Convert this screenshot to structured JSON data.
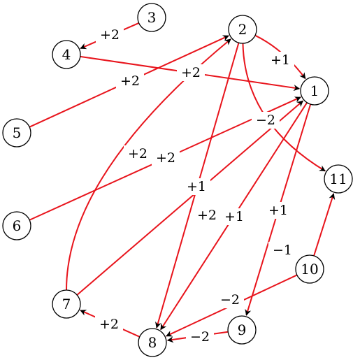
{
  "colors": {
    "edge": "#e8141c",
    "arrowhead": "#000000",
    "node_stroke": "#000000",
    "background": "#ffffff"
  },
  "nodes": [
    {
      "id": "1",
      "label": "1"
    },
    {
      "id": "2",
      "label": "2"
    },
    {
      "id": "3",
      "label": "3"
    },
    {
      "id": "4",
      "label": "4"
    },
    {
      "id": "5",
      "label": "5"
    },
    {
      "id": "6",
      "label": "6"
    },
    {
      "id": "7",
      "label": "7"
    },
    {
      "id": "8",
      "label": "8"
    },
    {
      "id": "9",
      "label": "9"
    },
    {
      "id": "10",
      "label": "10"
    },
    {
      "id": "11",
      "label": "11"
    }
  ],
  "edges": [
    {
      "from": "3",
      "to": "4",
      "label": "+2"
    },
    {
      "from": "4",
      "to": "1",
      "label": "+2"
    },
    {
      "from": "5",
      "to": "2",
      "label": "+2"
    },
    {
      "from": "2",
      "to": "1",
      "label": "+1"
    },
    {
      "from": "2",
      "to": "11",
      "label": "−2"
    },
    {
      "from": "7",
      "to": "2",
      "label": "+2"
    },
    {
      "from": "6",
      "to": "1",
      "label": "+2"
    },
    {
      "from": "2",
      "to": "8",
      "label": "+1"
    },
    {
      "from": "7",
      "to": "1",
      "label": "+2"
    },
    {
      "from": "1",
      "to": "8",
      "label": "+1"
    },
    {
      "from": "1",
      "to": "9",
      "label": "+1"
    },
    {
      "from": "10",
      "to": "11",
      "label": "−1"
    },
    {
      "from": "10",
      "to": "8",
      "label": "−2"
    },
    {
      "from": "9",
      "to": "8",
      "label": "−2"
    },
    {
      "from": "8",
      "to": "7",
      "label": "+2"
    }
  ]
}
